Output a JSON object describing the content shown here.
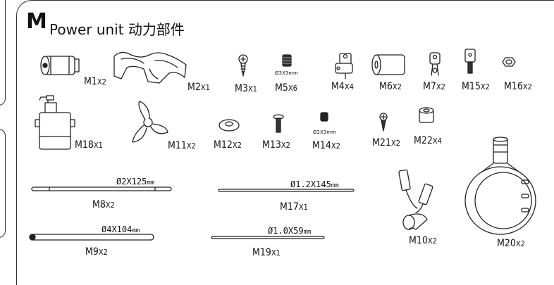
{
  "section": {
    "letter": "M",
    "title": "Power unit 动力部件"
  },
  "parts": [
    {
      "id": "M1",
      "qty": "X2"
    },
    {
      "id": "M2",
      "qty": "X1"
    },
    {
      "id": "M3",
      "qty": "X1"
    },
    {
      "id": "M5",
      "qty": "X6",
      "spec": "Ø3X3mm"
    },
    {
      "id": "M4",
      "qty": "X4"
    },
    {
      "id": "M6",
      "qty": "X2"
    },
    {
      "id": "M7",
      "qty": "X2"
    },
    {
      "id": "M15",
      "qty": "X2"
    },
    {
      "id": "M16",
      "qty": "X2"
    },
    {
      "id": "M18",
      "qty": "X1"
    },
    {
      "id": "M11",
      "qty": "X2"
    },
    {
      "id": "M12",
      "qty": "X2"
    },
    {
      "id": "M13",
      "qty": "X2"
    },
    {
      "id": "M14",
      "qty": "X2",
      "spec": "Ø2X3mm"
    },
    {
      "id": "M21",
      "qty": "X2"
    },
    {
      "id": "M22",
      "qty": "X4"
    },
    {
      "id": "M8",
      "qty": "X2",
      "dim": "Ø2X125",
      "unit": "mm"
    },
    {
      "id": "M17",
      "qty": "X1",
      "dim": "Ø1.2X145",
      "unit": "mm"
    },
    {
      "id": "M9",
      "qty": "X2",
      "dim": "Ø4X104",
      "unit": "mm"
    },
    {
      "id": "M19",
      "qty": "X1",
      "dim": "Ø1.0X59",
      "unit": "mm"
    },
    {
      "id": "M10",
      "qty": "X2"
    },
    {
      "id": "M20",
      "qty": "X2"
    }
  ]
}
